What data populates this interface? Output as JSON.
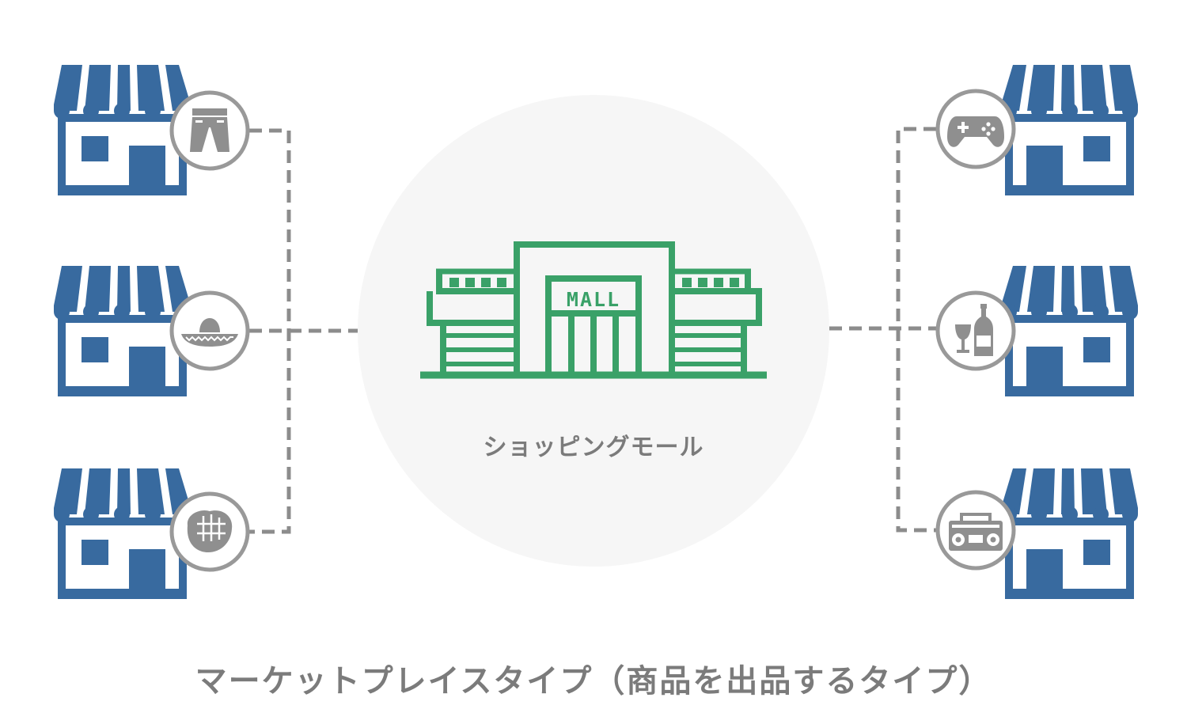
{
  "diagram": {
    "center": {
      "label": "ショッピングモール",
      "sign": "MALL"
    },
    "footer": "マーケットプレイスタイプ（商品を出品するタイプ）",
    "left_shops": [
      {
        "product_icon": "pants-icon"
      },
      {
        "product_icon": "sombrero-icon"
      },
      {
        "product_icon": "baseball-glove-icon"
      }
    ],
    "right_shops": [
      {
        "product_icon": "game-controller-icon"
      },
      {
        "product_icon": "wine-bottle-glass-icon"
      },
      {
        "product_icon": "boombox-icon"
      }
    ],
    "colors": {
      "shop": "#386a9f",
      "mall": "#3aa168",
      "mall_circle": "#f6f6f6",
      "connector": "#8c8c8c",
      "badge_ring": "#999999",
      "badge_icon": "#8f8f8f",
      "text": "#7b7b7b"
    }
  }
}
